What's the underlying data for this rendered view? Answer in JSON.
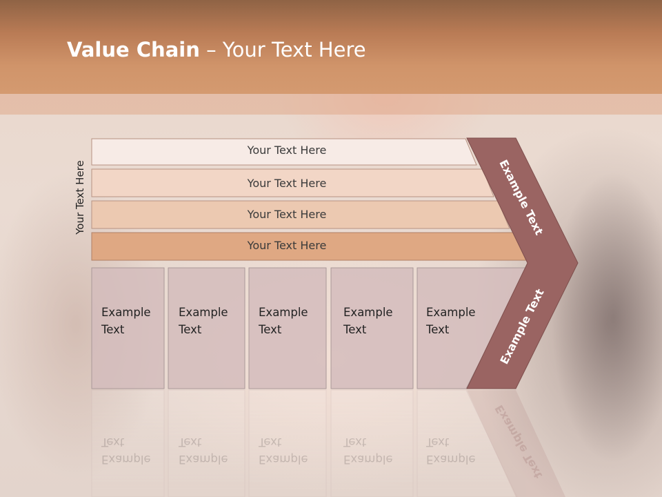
{
  "slide": {
    "title_bold": "Value Chain",
    "title_rest": " – Your Text Here",
    "vertical_label": "Your Text Here"
  },
  "rows": [
    {
      "label": "Your Text Here",
      "fill": "#f7ebe6"
    },
    {
      "label": "Your Text Here",
      "fill": "#f2d6c6"
    },
    {
      "label": "Your Text Here",
      "fill": "#ecc9b1"
    },
    {
      "label": "Your Text Here",
      "fill": "#dfa883"
    }
  ],
  "boxes": [
    {
      "label_line1": "Example",
      "label_line2": "Text"
    },
    {
      "label_line1": "Example",
      "label_line2": "Text"
    },
    {
      "label_line1": "Example",
      "label_line2": "Text"
    },
    {
      "label_line1": "Example",
      "label_line2": "Text"
    },
    {
      "label_line1": "Example",
      "label_line2": "Text"
    }
  ],
  "arrow": {
    "upper_label": "Example Text",
    "lower_label": "Example Text",
    "fill": "#9a6462"
  },
  "colors": {
    "header": "#c98a62",
    "box_fill": "#d4bcbc",
    "title_text": "#ffffff"
  }
}
